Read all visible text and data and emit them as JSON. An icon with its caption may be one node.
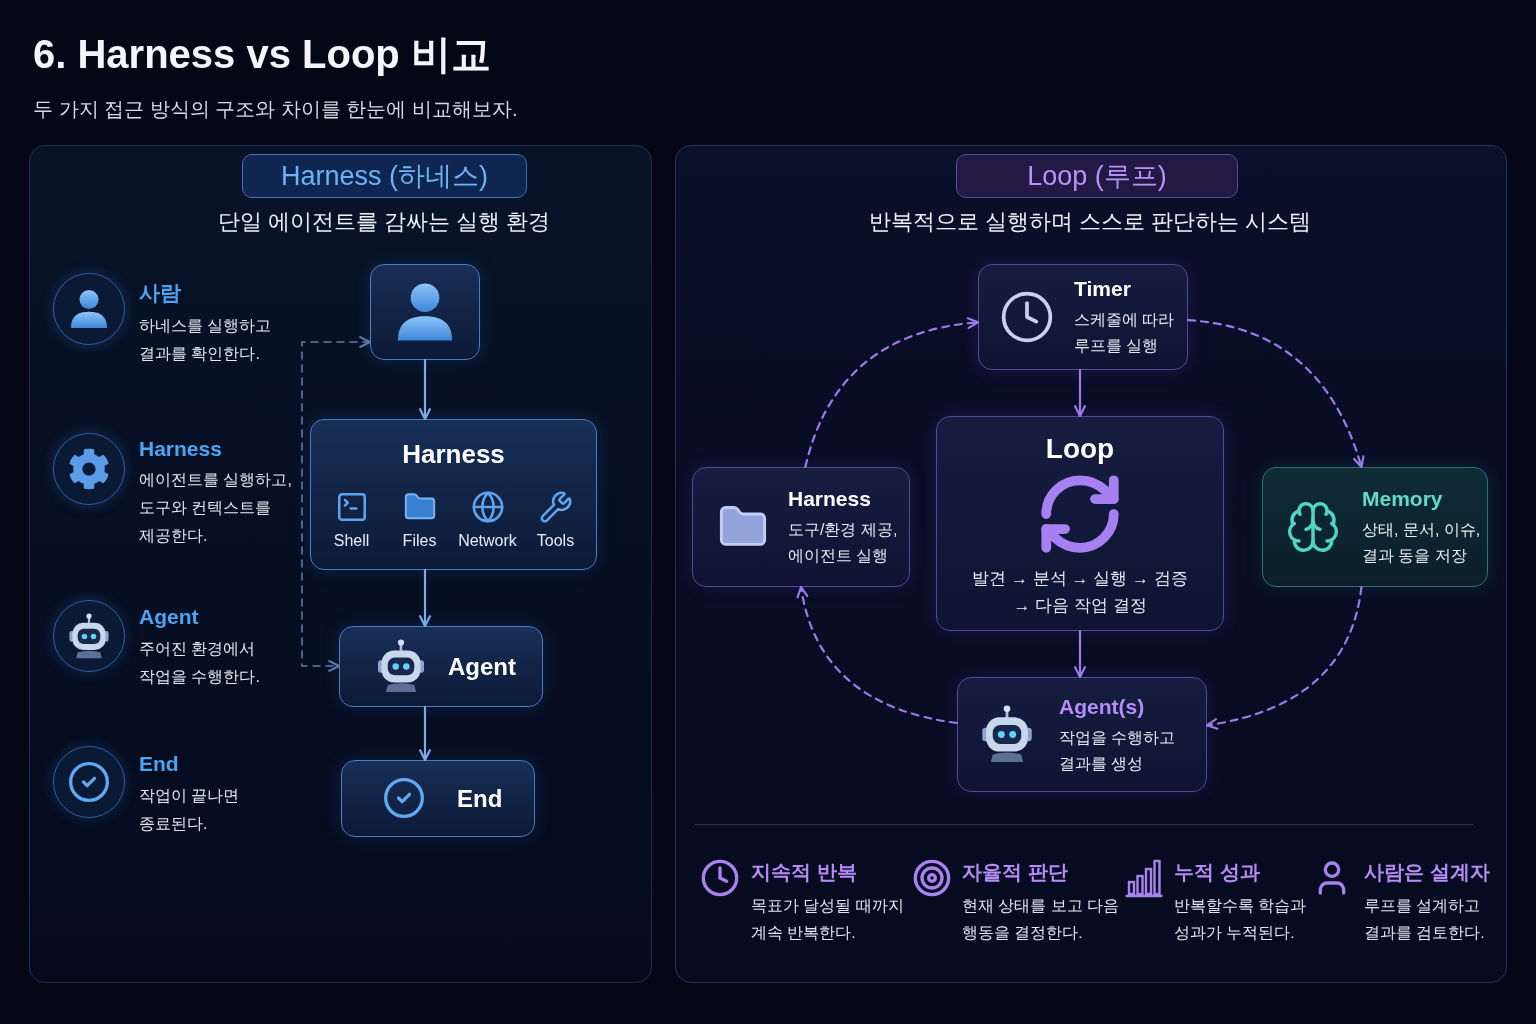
{
  "diagram": {
    "title": "6. Harness vs Loop 비교",
    "nodes": [
      {
        "text": [
          "단일 에이전트를 감싸는 실행 환경"
        ]
      },
      {
        "text": [
          "Harness (하네스)"
        ],
        "in": 0
      },
      {
        "text": [],
        "shape": "box",
        "in": 0
      },
      {
        "text": [
          "Harness",
          "Shell",
          "Files",
          "Network",
          "Tools"
        ],
        "in": 0
      },
      {
        "text": [
          "Agent"
        ],
        "in": 0
      },
      {
        "text": [
          "End"
        ],
        "in": 0
      },
      {
        "text": [
          "반복적으로 실행하며 스스로 판단하는 시스템"
        ]
      },
      {
        "text": [
          "Loop (루프)"
        ],
        "in": 6
      },
      {
        "text": [
          "Timer",
          "스케줄에 따라 루프를 실행"
        ],
        "in": 6
      },
      {
        "text": [
          "Harness",
          "도구/환경 제공, 에이전트 실행"
        ],
        "in": 6
      },
      {
        "text": [
          "Loop",
          "발견 → 분석 → 실행 → 검증 → 다음 작업 결정"
        ],
        "in": 6
      },
      {
        "text": [
          "Memory",
          "상태, 문서, 이슈, 결과 동을 저장"
        ],
        "in": 6
      },
      {
        "text": [
          "Agent(s)",
          "작업을 수행하고 결과를 생성"
        ],
        "in": 6
      }
    ],
    "edges": [
      {
        "from": 2,
        "to": 3,
        "arrow": "to",
        "color": "#7aaae8"
      },
      {
        "from": 3,
        "to": 4,
        "arrow": "to",
        "color": "#7aaae8"
      },
      {
        "from": 4,
        "to": 5,
        "arrow": "to",
        "color": "#7aaae8"
      },
      {
        "from": 2,
        "to": 4,
        "arrow": "both",
        "style": "dashed",
        "color": "#6079a6"
      },
      {
        "from": 8,
        "to": 10,
        "arrow": "to"
      },
      {
        "from": 10,
        "to": 12,
        "arrow": "to"
      },
      {
        "from": 8,
        "to": 11,
        "arrow": "to",
        "style": "dashed"
      },
      {
        "from": 11,
        "to": 12,
        "arrow": "to",
        "style": "dashed"
      },
      {
        "from": 12,
        "to": 9,
        "arrow": "to",
        "style": "dashed"
      },
      {
        "from": 9,
        "to": 8,
        "arrow": "to",
        "style": "dashed"
      }
    ],
    "labels": [
      "두 가지 접근 방식의 구조와 차이를 한눈에 비교해보자.",
      "사람",
      "하네스를 실행하고 결과를 확인한다.",
      "Harness",
      "에이전트를 실행하고, 도구와 컨텍스트를 제공한다.",
      "Agent",
      "주어진 환경에서 작업을 수행한다.",
      "End",
      "작업이 끝나면 종료된다.",
      "지속적 반복",
      "목표가 달성될 때까지 계속 반복한다.",
      "자율적 판단",
      "현재 상태를 보고 다음 행동을 결정한다.",
      "누적 성과",
      "반복할수록 학습과 성과가 누적된다.",
      "사람은 설계자",
      "루프를 설계하고 결과를 검토한다."
    ]
  }
}
